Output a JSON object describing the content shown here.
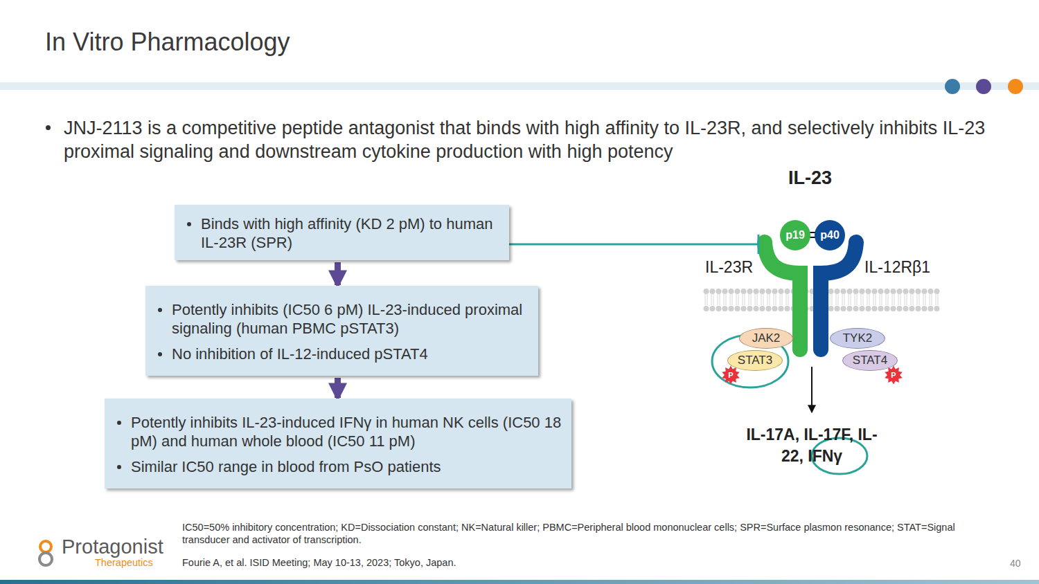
{
  "diagram": {
    "title": "In Vitro Pharmacology",
    "nodes": [
      {
        "text": [
          "Binds with high affinity (KD 2 pM) to human IL-23R (SPR)"
        ]
      },
      {
        "text": [
          "Potently inhibits (IC50 6 pM) IL-23-induced proximal signaling (human PBMC pSTAT3)",
          "No inhibition of IL-12-induced pSTAT4"
        ]
      },
      {
        "text": [
          "Potently inhibits IL-23-induced IFNγ in human NK cells (IC50 18 pM) and human whole blood (IC50 11 pM)",
          "Similar IC50 range in blood from PsO patients"
        ]
      },
      {
        "text": [
          "p19"
        ]
      },
      {
        "text": [
          "p40"
        ]
      },
      {
        "text": [
          "JAK2"
        ]
      },
      {
        "text": [
          "STAT3"
        ]
      },
      {
        "text": [
          "TYK2"
        ]
      },
      {
        "text": [
          "STAT4"
        ]
      },
      {
        "text": [
          "P"
        ]
      },
      {
        "text": [
          "P"
        ]
      }
    ],
    "edges": [
      {
        "from": 0,
        "to": 1,
        "arrow": "to"
      },
      {
        "from": 1,
        "to": 2,
        "arrow": "to"
      }
    ],
    "labels": [
      "JNJ-2113 is a competitive peptide antagonist that binds with high affinity to IL-23R, and selectively inhibits IL-23 proximal signaling and downstream cytokine production with high potency",
      "IL-23",
      "IL-23R",
      "IL-12Rβ1",
      "IL-17A, IL-17F, IL-22, IFNγ",
      "IC50=50% inhibitory concentration; KD=Dissociation constant; NK=Natural killer; PBMC=Peripheral blood mononuclear cells; SPR=Surface plasmon resonance; STAT=Signal transducer and activator of transcription.",
      "Fourie A, et al. ISID Meeting; May 10-13, 2023; Tokyo, Japan.",
      "40",
      "Protagonist",
      "Therapeutics"
    ]
  }
}
